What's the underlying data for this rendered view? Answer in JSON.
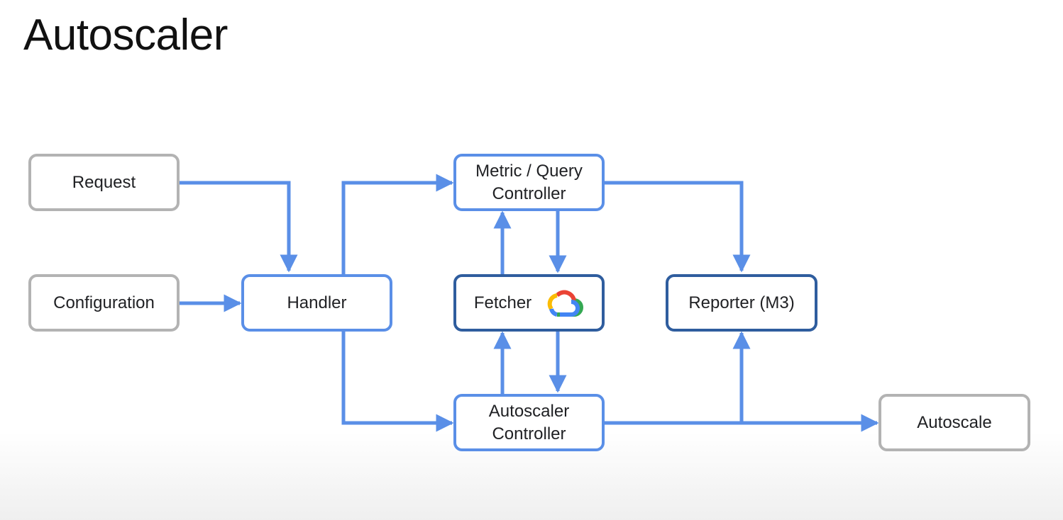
{
  "title": "Autoscaler",
  "colors": {
    "arrow": "#5a8fe7",
    "grey_border": "#b3b3b3",
    "blue_border": "#5a8fe7",
    "dark_border": "#2f5d9e"
  },
  "nodes": {
    "request": "Request",
    "configuration": "Configuration",
    "handler": "Handler",
    "metric_query_controller": "Metric / Query Controller",
    "fetcher": "Fetcher",
    "reporter": "Reporter (M3)",
    "autoscaler_controller": "Autoscaler Controller",
    "autoscale": "Autoscale"
  },
  "icons": {
    "fetcher": "google-cloud-icon"
  }
}
